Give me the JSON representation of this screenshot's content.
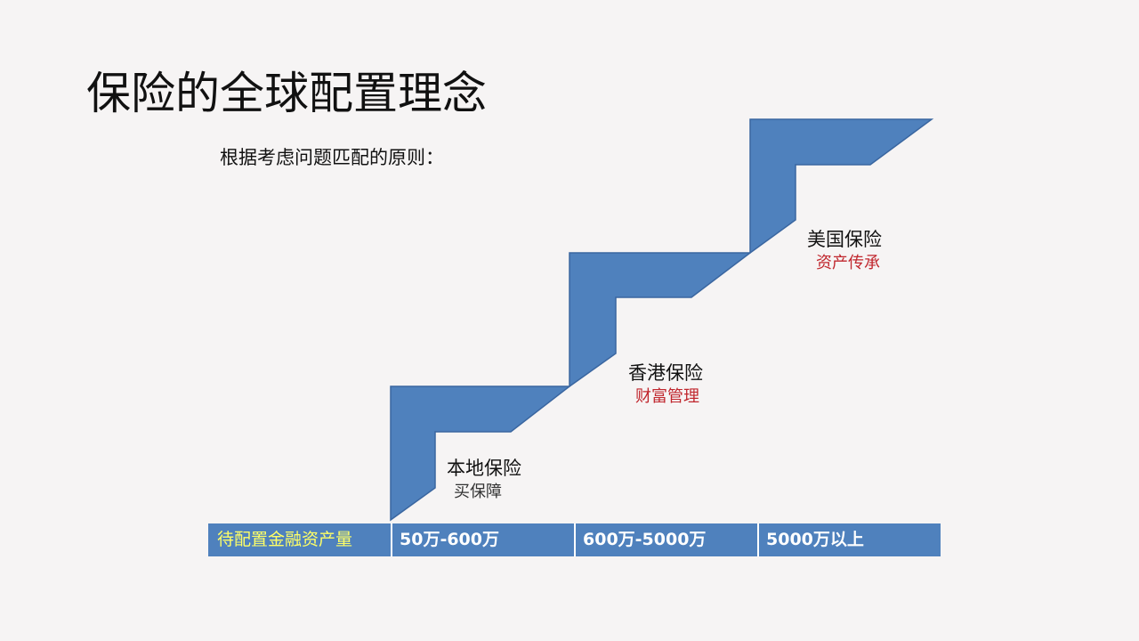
{
  "title": "保险的全球配置理念",
  "subtitle": "根据考虑问题匹配的原则：",
  "colors": {
    "staircase_fill": "#4f81bd",
    "staircase_stroke": "#3a66a0",
    "header_text": "#ffff66",
    "sub_label_red": "#c0262d",
    "sub_label_dark": "#333333"
  },
  "steps": [
    {
      "label": "本地保险",
      "sub": "买保障"
    },
    {
      "label": "香港保险",
      "sub": "财富管理"
    },
    {
      "label": "美国保险",
      "sub": "资产传承"
    }
  ],
  "table": {
    "header": "待配置金融资产量",
    "tiers": [
      "50万-600万",
      "600万-5000万",
      "5000万以上"
    ]
  }
}
